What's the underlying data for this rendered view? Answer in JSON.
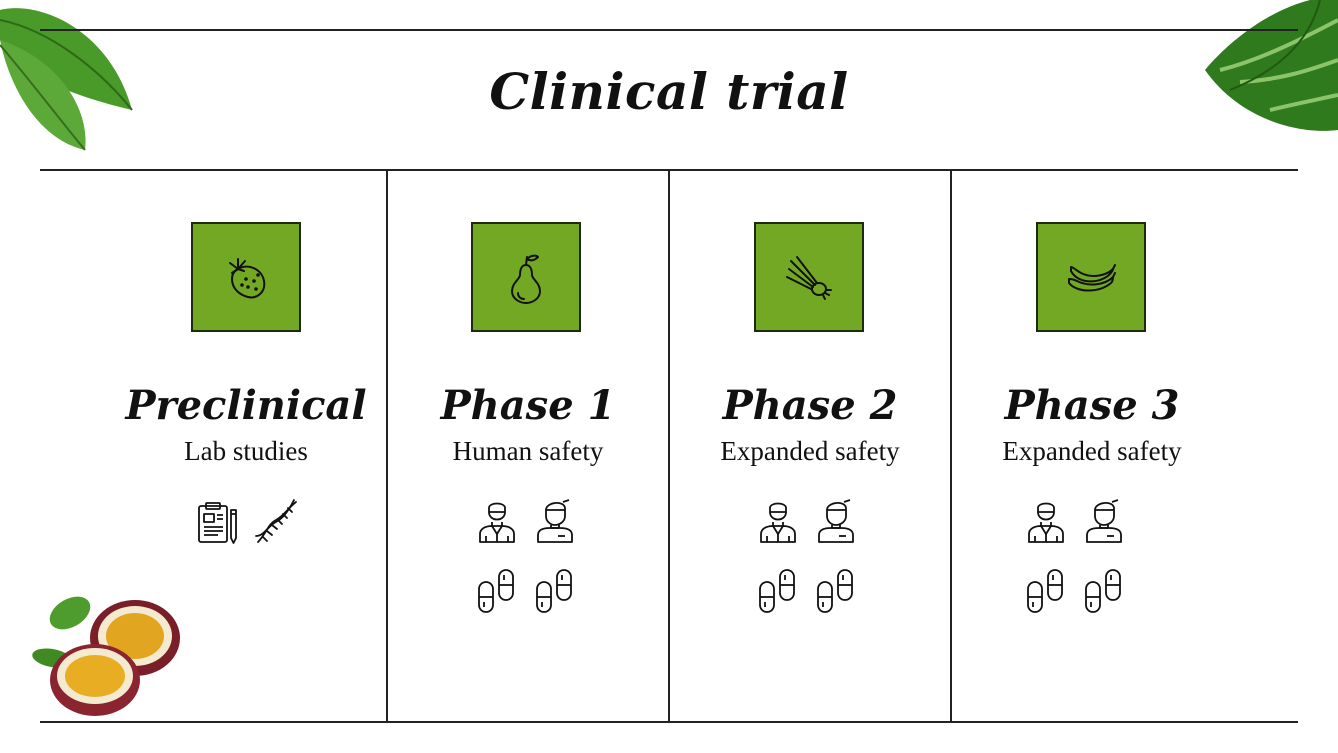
{
  "title": "Clinical trial",
  "colors": {
    "tile": "#73a824",
    "line": "#222222",
    "text": "#111111",
    "leaf": "#3f8f24"
  },
  "columns": [
    {
      "heading": "Preclinical",
      "subtitle": "Lab studies",
      "tile_icon": "strawberry-icon",
      "icons": [
        "clipboard-icon",
        "dna-icon"
      ]
    },
    {
      "heading": "Phase 1",
      "subtitle": "Human safety",
      "tile_icon": "pear-icon",
      "icons": [
        "doctor-icon",
        "patient-icon",
        "pills-icon",
        "pills-icon"
      ]
    },
    {
      "heading": "Phase 2",
      "subtitle": "Expanded safety",
      "tile_icon": "green-onion-icon",
      "icons": [
        "doctor-icon",
        "patient-icon",
        "pills-icon",
        "pills-icon"
      ]
    },
    {
      "heading": "Phase 3",
      "subtitle": "Expanded safety",
      "tile_icon": "banana-icon",
      "icons": [
        "doctor-icon",
        "patient-icon",
        "pills-icon",
        "pills-icon"
      ]
    }
  ]
}
